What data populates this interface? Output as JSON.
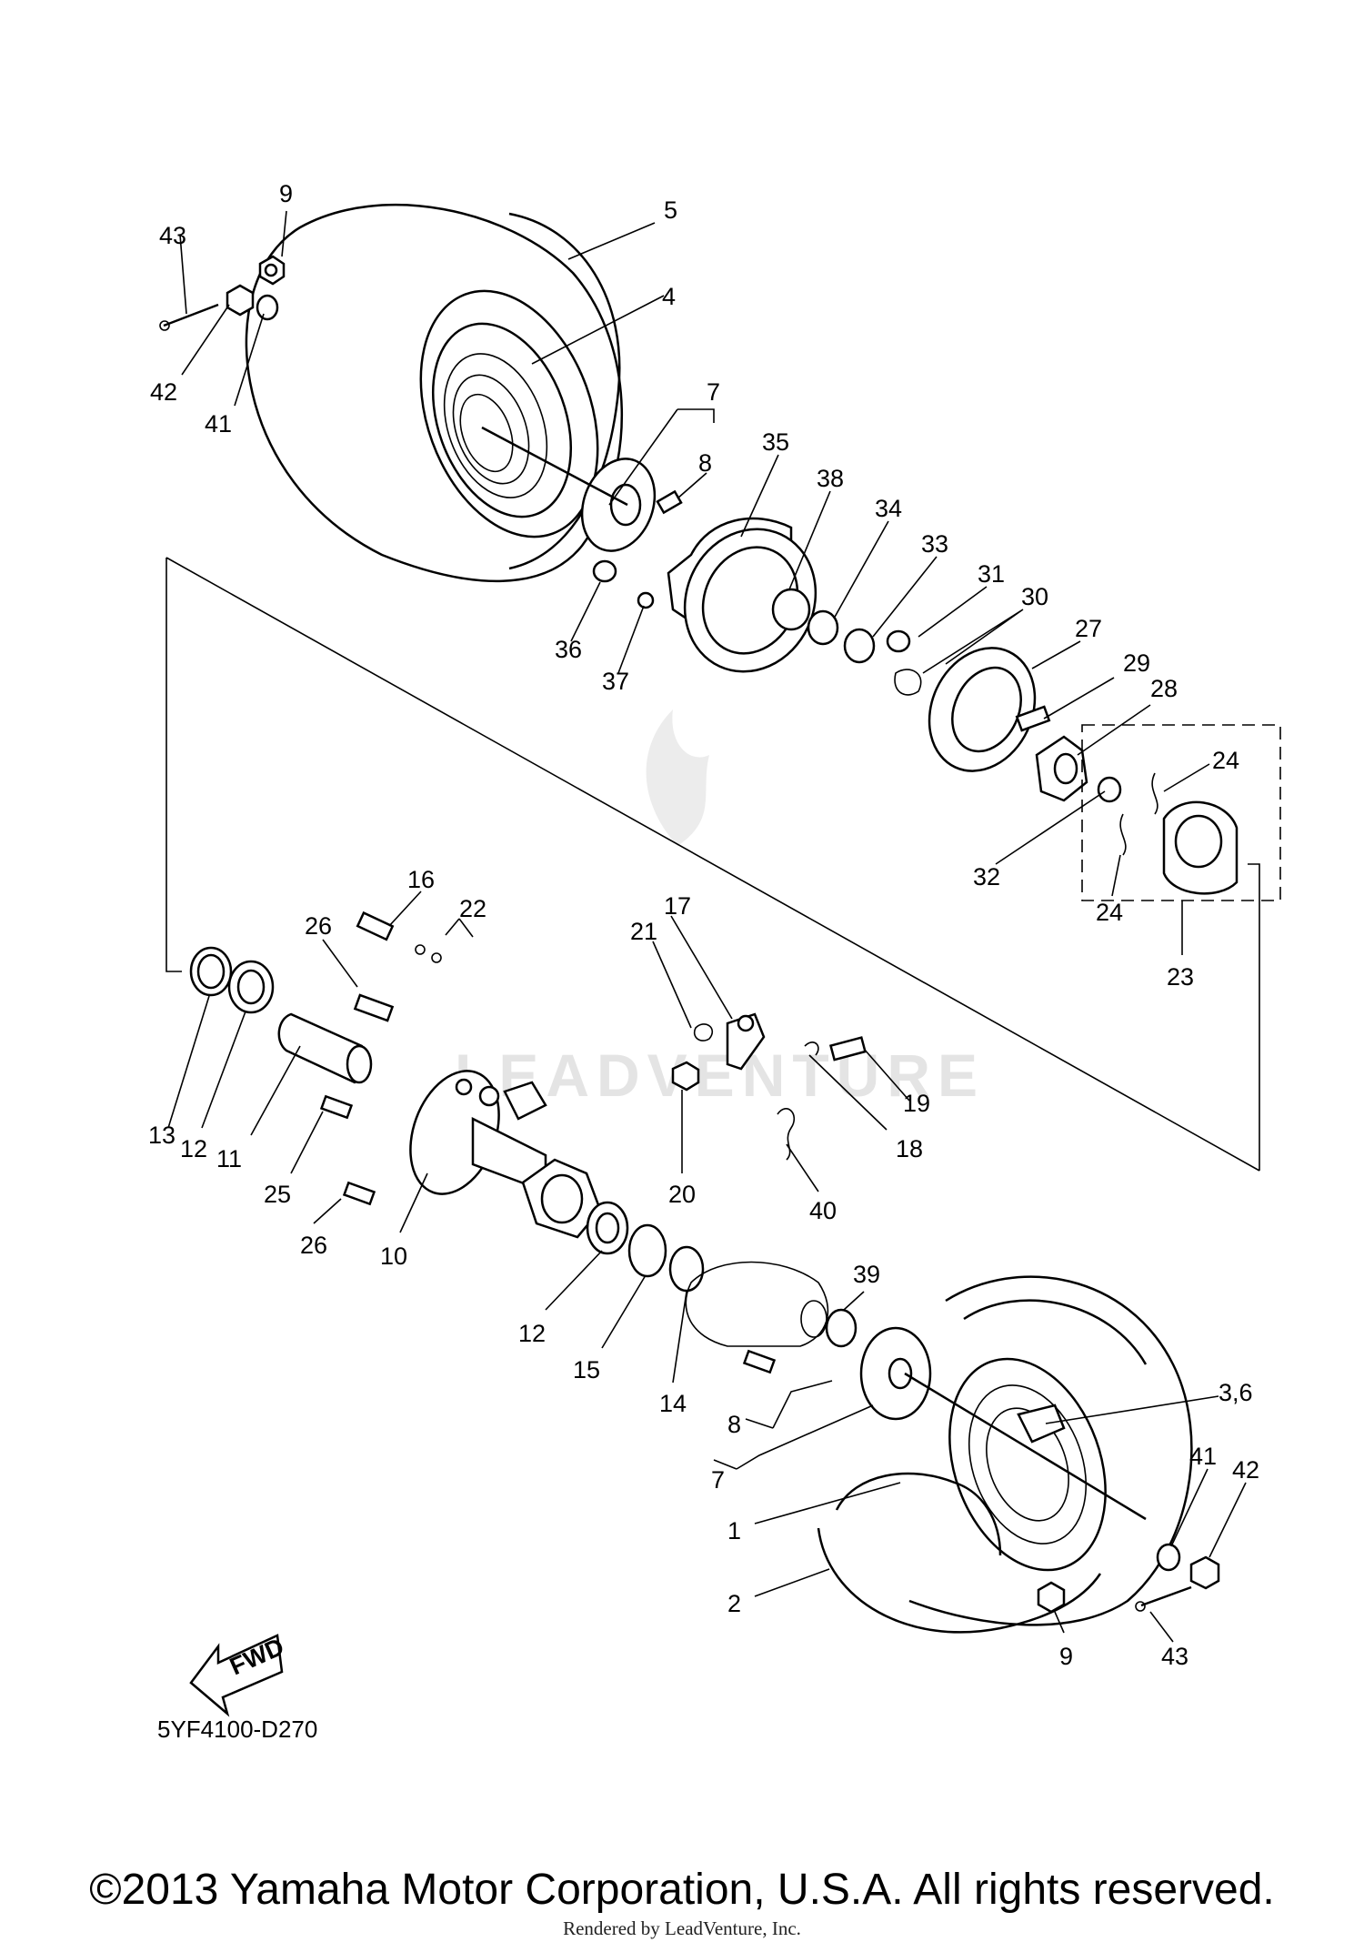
{
  "diagram": {
    "code": "5YF4100-D270",
    "fwd_label": "FWD",
    "watermark": "LEADVENTURE",
    "callouts": [
      "43",
      "9",
      "5",
      "4",
      "42",
      "41",
      "7",
      "8",
      "35",
      "38",
      "34",
      "33",
      "31",
      "30",
      "27",
      "29",
      "28",
      "24",
      "36",
      "37",
      "32",
      "24",
      "23",
      "16",
      "22",
      "26",
      "17",
      "21",
      "19",
      "13",
      "12",
      "11",
      "18",
      "25",
      "20",
      "40",
      "26",
      "10",
      "39",
      "12",
      "15",
      "14",
      "3,6",
      "8",
      "7",
      "41",
      "42",
      "1",
      "2",
      "9",
      "43"
    ]
  },
  "footer": {
    "copyright": "©2013 Yamaha Motor Corporation, U.S.A. All rights reserved.",
    "rendered_by": "Rendered by LeadVenture, Inc."
  }
}
